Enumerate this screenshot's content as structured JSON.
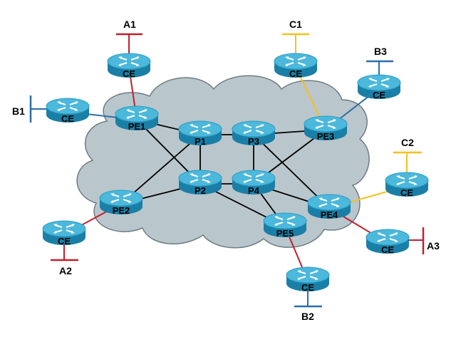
{
  "colors": {
    "cloud_fill": "#b9c6cb",
    "cloud_stroke": "#6f7c82",
    "core_link": "#000000",
    "site_a": "#c0202e",
    "site_b": "#2b6ea8",
    "site_c": "#f3c21b",
    "router_top": "#4bb8dc",
    "router_side": "#1a7fa6"
  },
  "routers": [
    {
      "id": "ce_a1",
      "label": "CE"
    },
    {
      "id": "ce_b1",
      "label": "CE"
    },
    {
      "id": "ce_a2",
      "label": "CE"
    },
    {
      "id": "ce_c1",
      "label": "CE"
    },
    {
      "id": "ce_b3",
      "label": "CE"
    },
    {
      "id": "ce_c2",
      "label": "CE"
    },
    {
      "id": "ce_a3",
      "label": "CE"
    },
    {
      "id": "ce_b2",
      "label": "CE"
    },
    {
      "id": "pe1",
      "label": "PE1"
    },
    {
      "id": "pe2",
      "label": "PE2"
    },
    {
      "id": "pe3",
      "label": "PE3"
    },
    {
      "id": "pe4",
      "label": "PE4"
    },
    {
      "id": "pe5",
      "label": "PE5"
    },
    {
      "id": "p1",
      "label": "P1"
    },
    {
      "id": "p2",
      "label": "P2"
    },
    {
      "id": "p3",
      "label": "P3"
    },
    {
      "id": "p4",
      "label": "P4"
    }
  ],
  "sites": {
    "a1": "A1",
    "a2": "A2",
    "a3": "A3",
    "b1": "B1",
    "b2": "B2",
    "b3": "B3",
    "c1": "C1",
    "c2": "C2"
  },
  "links": [
    {
      "from": "pe1",
      "to": "p1",
      "kind": "core"
    },
    {
      "from": "pe1",
      "to": "p2",
      "kind": "core"
    },
    {
      "from": "pe2",
      "to": "p1",
      "kind": "core"
    },
    {
      "from": "pe2",
      "to": "p2",
      "kind": "core"
    },
    {
      "from": "p1",
      "to": "p2",
      "kind": "core"
    },
    {
      "from": "p1",
      "to": "p3",
      "kind": "core"
    },
    {
      "from": "p2",
      "to": "p4",
      "kind": "core"
    },
    {
      "from": "p3",
      "to": "p4",
      "kind": "core"
    },
    {
      "from": "p3",
      "to": "pe3",
      "kind": "core"
    },
    {
      "from": "p3",
      "to": "pe4",
      "kind": "core"
    },
    {
      "from": "p4",
      "to": "pe3",
      "kind": "core"
    },
    {
      "from": "p4",
      "to": "pe4",
      "kind": "core"
    },
    {
      "from": "p4",
      "to": "pe5",
      "kind": "core"
    },
    {
      "from": "p2",
      "to": "pe5",
      "kind": "core"
    },
    {
      "from": "ce_a1",
      "to": "pe1",
      "kind": "site_a"
    },
    {
      "from": "ce_b1",
      "to": "pe1",
      "kind": "site_b"
    },
    {
      "from": "ce_a2",
      "to": "pe2",
      "kind": "site_a"
    },
    {
      "from": "ce_c1",
      "to": "pe3",
      "kind": "site_c"
    },
    {
      "from": "ce_b3",
      "to": "pe3",
      "kind": "site_b"
    },
    {
      "from": "ce_c2",
      "to": "pe4",
      "kind": "site_c"
    },
    {
      "from": "ce_a3",
      "to": "pe4",
      "kind": "site_a"
    },
    {
      "from": "ce_b2",
      "to": "pe5",
      "kind": "site_a"
    }
  ]
}
